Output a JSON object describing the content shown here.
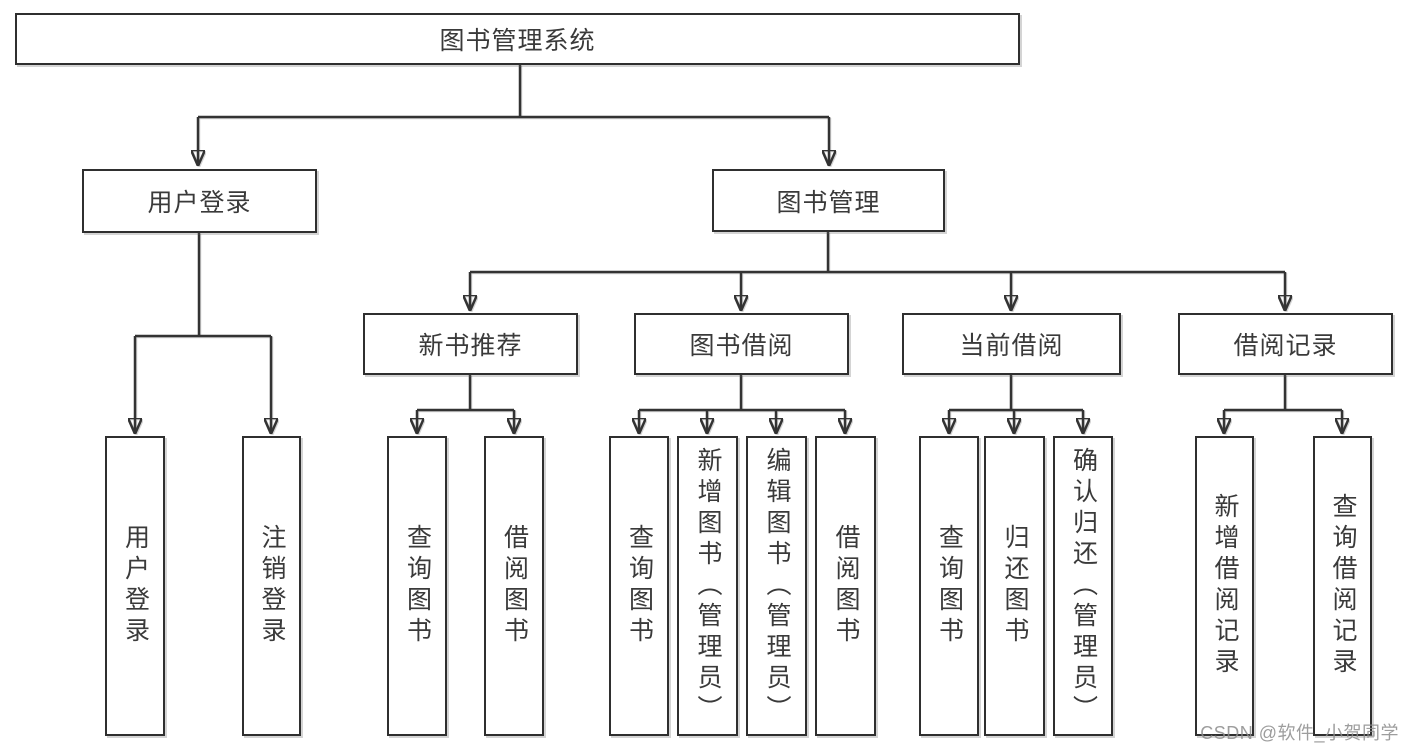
{
  "diagram": {
    "title_node": {
      "label": "图书管理系统"
    },
    "level1": [
      {
        "label": "用户登录"
      },
      {
        "label": "图书管理"
      }
    ],
    "level2": [
      {
        "label": "新书推荐"
      },
      {
        "label": "图书借阅"
      },
      {
        "label": "当前借阅"
      },
      {
        "label": "借阅记录"
      }
    ],
    "leaves": {
      "user_login": [
        "用户登录",
        "注销登录"
      ],
      "new_book": [
        "查询图书",
        "借阅图书"
      ],
      "book_borrow": [
        "查询图书",
        "新增图书（管理员）",
        "编辑图书（管理员）",
        "借阅图书"
      ],
      "current_borrow": [
        "查询图书",
        "归还图书",
        "确认归还（管理员）"
      ],
      "borrow_record": [
        "新增借阅记录",
        "查询借阅记录"
      ]
    }
  },
  "watermark": {
    "text": "CSDN @软件_小贺同学"
  },
  "colors": {
    "line": "#333333",
    "box_border": "#2f2f2f",
    "text": "#3a3a3a",
    "background": "#ffffff",
    "watermark": "#8c8c8c"
  }
}
